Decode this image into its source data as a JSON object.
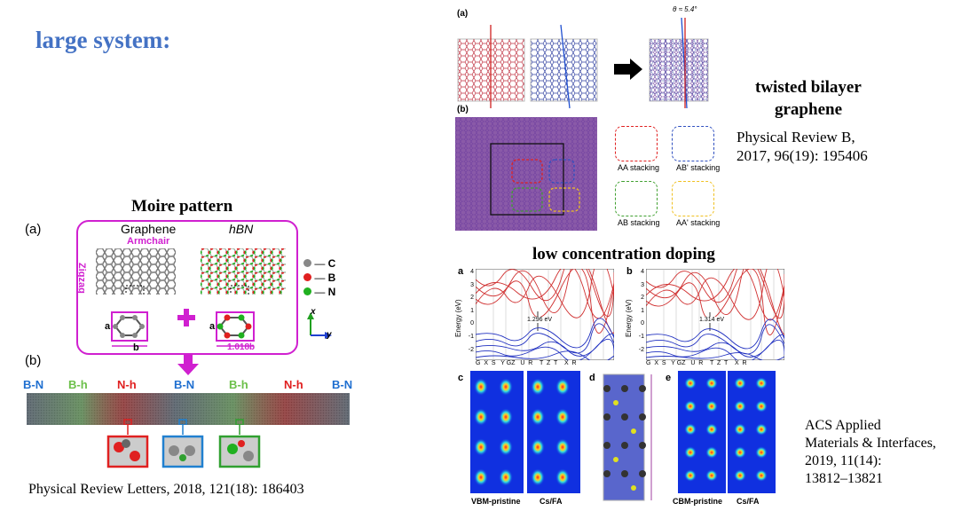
{
  "slide": {
    "title": "large system:"
  },
  "moire": {
    "heading": "Moire pattern",
    "panel_a": "(a)",
    "panel_b": "(b)",
    "graphene_label": "Graphene",
    "hbn_label": "hBN",
    "armchair_label": "Armchair",
    "zigzag_label": "Zigzag",
    "legend": [
      {
        "symbol": "C",
        "color": "#888888"
      },
      {
        "symbol": "B",
        "color": "#e02020"
      },
      {
        "symbol": "N",
        "color": "#20b020"
      }
    ],
    "lattice_a": "a",
    "lattice_b": "b",
    "lattice_hbn_a": "a",
    "lattice_hbn_b": "1.018b",
    "axis_x": "x",
    "axis_y": "y",
    "region_labels": [
      {
        "text": "B-N",
        "color": "#1f6fd0"
      },
      {
        "text": "B-h",
        "color": "#6cc04a"
      },
      {
        "text": "N-h",
        "color": "#e02020"
      },
      {
        "text": "B-N",
        "color": "#1f6fd0"
      },
      {
        "text": "B-h",
        "color": "#6cc04a"
      },
      {
        "text": "N-h",
        "color": "#e02020"
      },
      {
        "text": "B-N",
        "color": "#1f6fd0"
      }
    ],
    "citation": "Physical Review Letters, 2018, 121(18): 186403"
  },
  "twisted": {
    "panel_a": "(a)",
    "panel_b": "(b)",
    "angle_label": "θ ≈ 5.4°",
    "stacking": [
      {
        "label": "AA stacking",
        "color": "#e02020"
      },
      {
        "label": "AB' stacking",
        "color": "#3050c0"
      },
      {
        "label": "AB stacking",
        "color": "#40a030"
      },
      {
        "label": "AA' stacking",
        "color": "#f0c020"
      }
    ],
    "heading_line1": "twisted bilayer",
    "heading_line2": "graphene",
    "citation_line1": "Physical Review B,",
    "citation_line2": "2017, 96(19): 195406"
  },
  "doping": {
    "heading": "low concentration doping",
    "panel_a": "a",
    "panel_b": "b",
    "panel_c": "c",
    "panel_d": "d",
    "panel_e": "e",
    "y_axis_label": "Energy (eV)",
    "y_ticks": [
      "4",
      "3",
      "2",
      "1",
      "0",
      "-1",
      "-2"
    ],
    "k_labels": "G  X  S   Y GZ   U  R    T  Z  T    X  R",
    "gap_a": "1.296 eV",
    "gap_b": "1.314 eV",
    "map_labels": [
      "VBM-pristine",
      "Cs/FA",
      "CBM-pristine",
      "Cs/FA"
    ],
    "citation_line1": "ACS Applied",
    "citation_line2": "Materials & Interfaces,",
    "citation_line3": "2019, 11(14):",
    "citation_line4": "13812–13821"
  },
  "colors": {
    "title_blue": "#4472c4",
    "magenta": "#d020d0",
    "band_red": "#d03030",
    "band_blue": "#2030c0"
  }
}
